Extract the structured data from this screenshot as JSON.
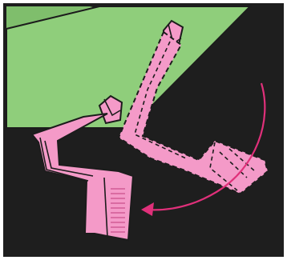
{
  "figure": {
    "kind": "instructional illustration",
    "text": "",
    "colors": {
      "background": "#ffffff",
      "frame_border": "#1e1e1e",
      "panel_fill": "#8fce7b",
      "panel_shade": "#7fbe6c",
      "panel_outline": "#1c1c1c",
      "clip_fill": "#f49ac8",
      "clip_outline": "#1c1c1c",
      "clip_ridges": "#c94f8b",
      "arrow_color": "#e0307a"
    },
    "parts": [
      {
        "name": "green-panel",
        "description_visible": false
      },
      {
        "name": "locked-mounting-clip",
        "state": "installed position (solid outline)"
      },
      {
        "name": "hinged-clip-outline",
        "state": "swung-out position (dashed outline)"
      },
      {
        "name": "rotation-arrow",
        "direction": "clockwise"
      }
    ]
  }
}
